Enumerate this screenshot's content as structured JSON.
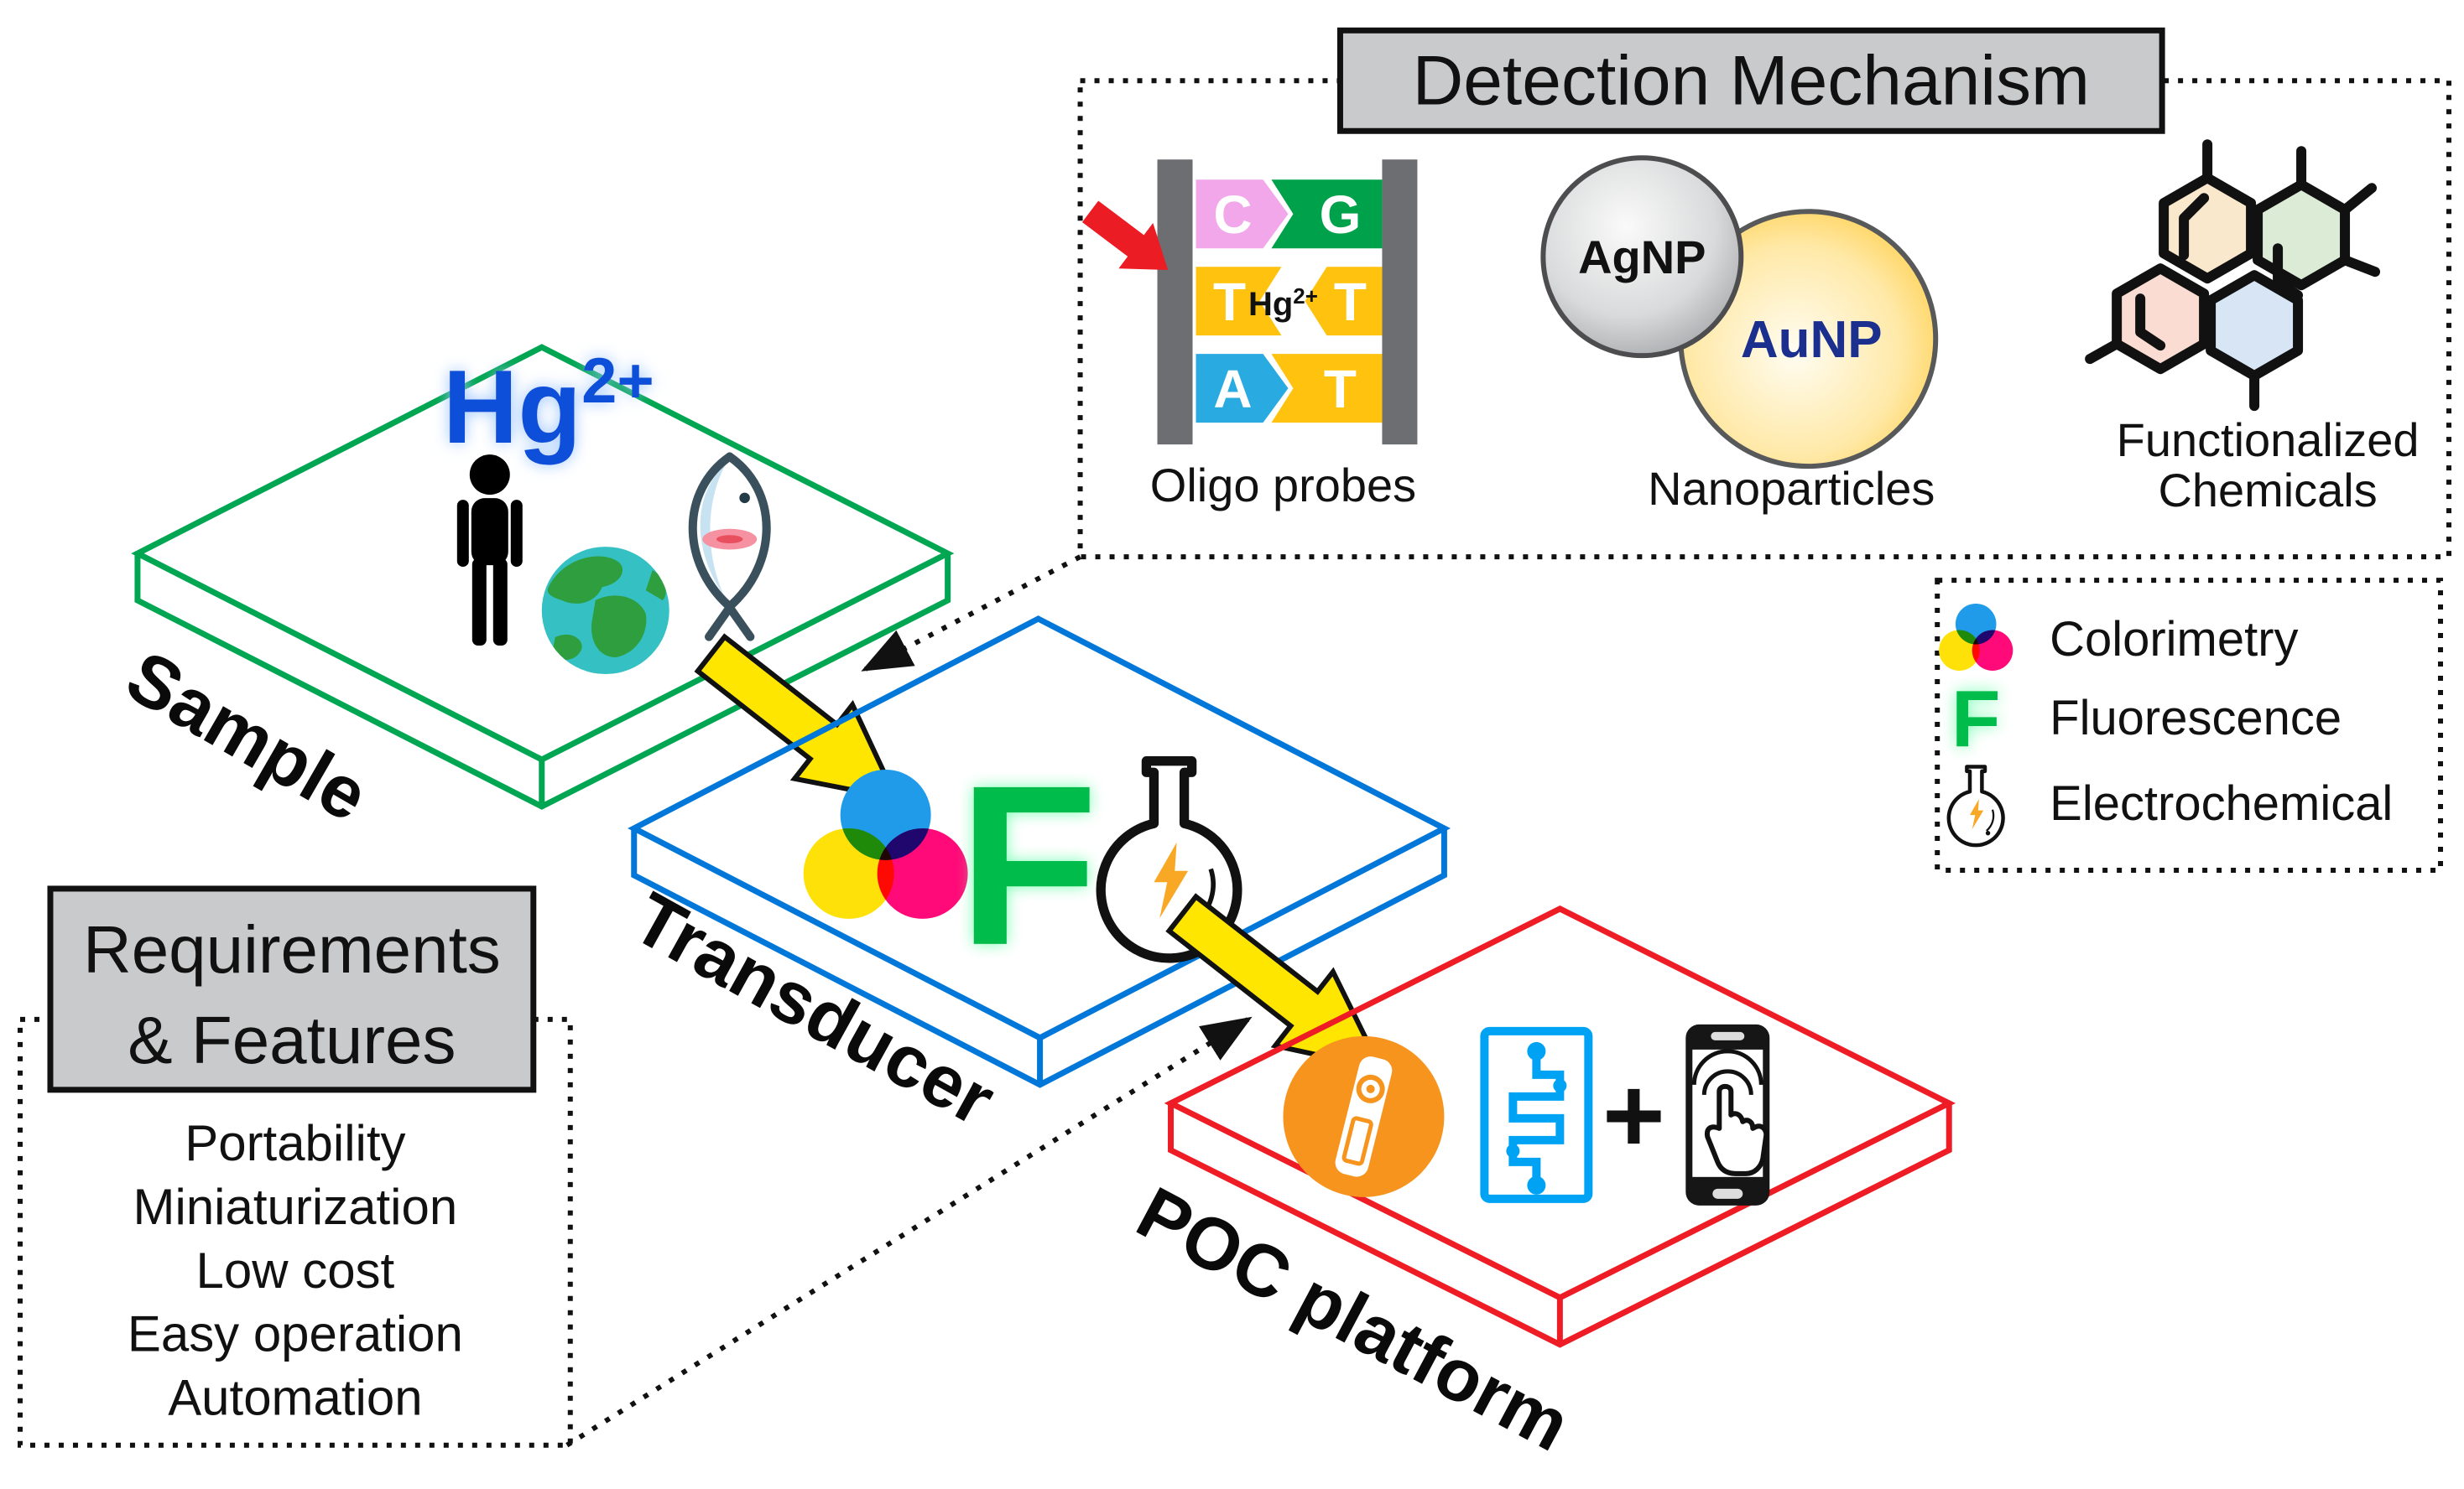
{
  "detection_mechanism": {
    "title": "Detection Mechanism",
    "oligo_probes": {
      "label": "Oligo probes",
      "bases": {
        "c": "C",
        "g": "G",
        "t_left": "T",
        "t_right": "T",
        "a": "A",
        "t_bottom": "T"
      },
      "hg_label": {
        "text": "Hg",
        "superscript": "2+"
      }
    },
    "nanoparticles": {
      "label": "Nanoparticles",
      "agnp": "AgNP",
      "aunp": "AuNP"
    },
    "functionalized_chemicals": {
      "label_line1": "Functionalized",
      "label_line2": "Chemicals"
    }
  },
  "legend": {
    "f_glyph": "F",
    "items": [
      {
        "icon": "colorimetry-cmy-circles",
        "label": "Colorimetry"
      },
      {
        "icon": "fluorescence-f",
        "label": "Fluorescence"
      },
      {
        "icon": "electrochemical-flask",
        "label": "Electrochemical"
      }
    ]
  },
  "platforms": {
    "sample": {
      "label": "Sample",
      "analyte": {
        "text": "Hg",
        "superscript": "2+"
      },
      "icons": [
        "person",
        "earth",
        "fish"
      ]
    },
    "transducer": {
      "label": "Transducer",
      "f_glyph": "F",
      "icons": [
        "colorimetry-cmy-circles",
        "fluorescence-f",
        "electrochemical-flask"
      ]
    },
    "poc": {
      "label": "POC platform",
      "plus": "+",
      "icons": [
        "lateral-flow-cassette",
        "microfluidic-chip",
        "smartphone-tap"
      ]
    }
  },
  "requirements": {
    "title_line1": "Requirements",
    "title_line2": "& Features",
    "items": [
      "Portability",
      "Miniaturization",
      "Low cost",
      "Easy operation",
      "Automation"
    ]
  },
  "colors": {
    "sample_green": "#00A651",
    "transducer_blue": "#0077D9",
    "poc_red": "#EE1C25",
    "arrow_yellow": "#FFE600",
    "title_box_gray": "#C9CACB",
    "hg_text_blue": "#0B4FD8",
    "base_c_pink": "#F2A7EA",
    "base_g_green": "#00A14B",
    "base_t_yellow": "#FFC20E",
    "base_a_blue": "#29ABE2",
    "probe_bar_gray": "#6D6E71",
    "pointer_red": "#EC1C24",
    "aunp_gold": "#FFC425",
    "aunp_text_navy": "#1B2F8F",
    "fluorescence_green": "#00BD4C",
    "cmy_cyan": "#1F9BE9",
    "cmy_yellow": "#FFE10A",
    "cmy_magenta": "#FF0A78",
    "cassette_orange": "#F7941E",
    "chip_blue": "#00A3F4",
    "bolt_orange": "#F9A825",
    "hex_beige": "#FAE8CC",
    "hex_green": "#DCEBD5",
    "hex_pink": "#FADCD2",
    "hex_blue": "#D7E5F4"
  }
}
